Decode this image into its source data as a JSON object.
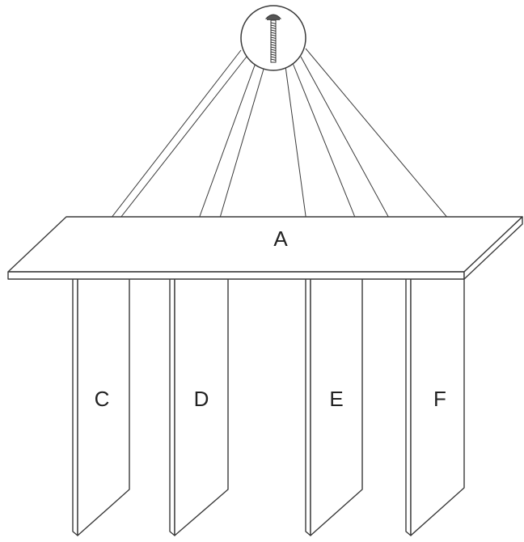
{
  "labels": {
    "top_panel": "A",
    "panel_1": "C",
    "panel_2": "D",
    "panel_3": "E",
    "panel_4": "F"
  },
  "callout": {
    "icon": "screw-icon",
    "screw_count": 8
  },
  "colors": {
    "line": "#3a3a3a",
    "fill": "#ffffff"
  }
}
